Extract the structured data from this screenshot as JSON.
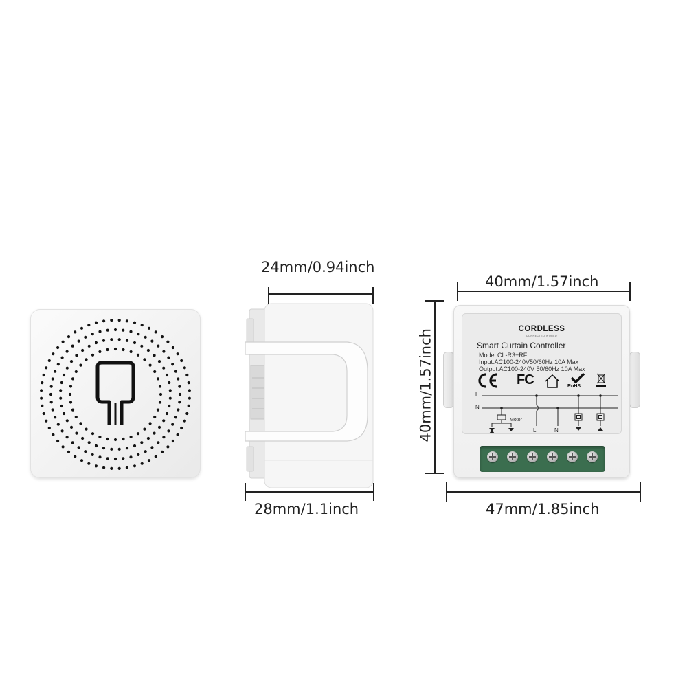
{
  "dimensions": {
    "side_depth_top": "24mm/0.94inch",
    "side_depth_bottom": "28mm/1.1inch",
    "back_width_top": "40mm/1.57inch",
    "back_width_bottom": "47mm/1.85inch",
    "back_height": "40mm/1.57inch"
  },
  "label": {
    "brand": "CORDLESS",
    "brand_tagline": "CONNECTED WORLD",
    "product_name": "Smart Curtain Controller",
    "model": "Model:CL-R3+RF",
    "input": "Input:AC100-240V50/60Hz 10A Max",
    "output": "Output:AC100-240V 50/60Hz 10A Max",
    "cert_fc": "FC",
    "cert_rohs": "RoHS",
    "wire_l": "L",
    "wire_n": "N",
    "motor": "Motor",
    "terminal_l": "L",
    "terminal_n": "N"
  },
  "colors": {
    "terminal_green": "#3b6e4f",
    "device_white": "#f4f4f4",
    "icon_dark": "#1a1a1a"
  },
  "icons": [
    "ce-mark-icon",
    "fcc-mark-icon",
    "house-icon",
    "rohs-check-icon",
    "weee-bin-icon",
    "curtain-switch-icon"
  ]
}
